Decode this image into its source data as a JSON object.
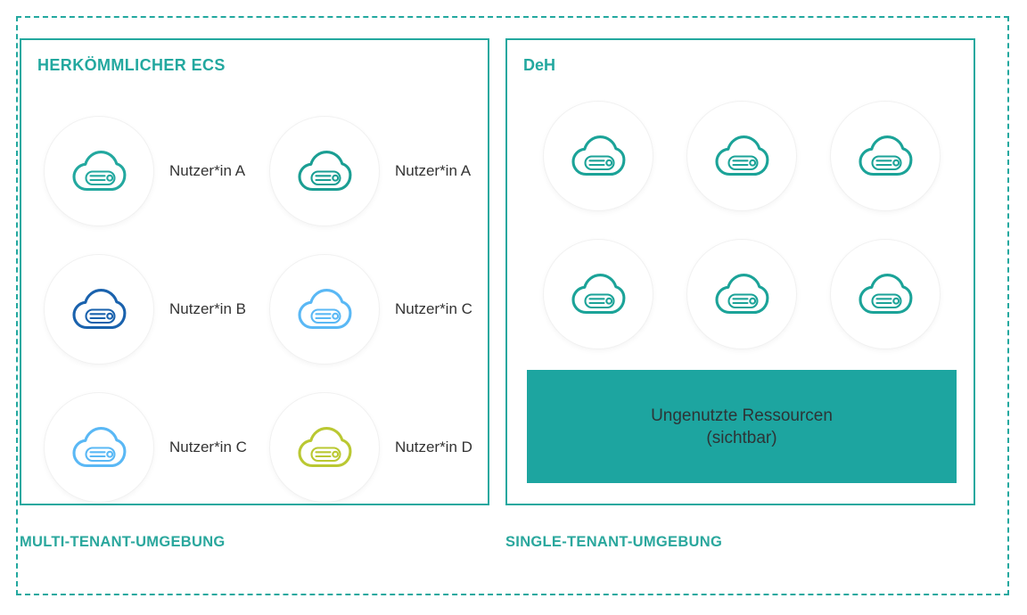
{
  "diagram": {
    "title_implicit": "ECS Multi-Tenant vs DeH Single-Tenant",
    "colors": {
      "teal": "#23a89f",
      "teal_fill": "#1da5a0",
      "dark_blue": "#1a62ad",
      "light_blue": "#5ab8f5",
      "olive": "#bac832",
      "label_text": "#333333"
    }
  },
  "left_column": {
    "panel_title": "HERKÖMMLICHER ECS",
    "caption": "MULTI-TENANT-UMGEBUNG",
    "users": [
      {
        "label": "Nutzer*in A",
        "icon": "cloud-server-icon",
        "color": "#23a89f"
      },
      {
        "label": "Nutzer*in A",
        "icon": "cloud-server-icon",
        "color": "#1a9e93"
      },
      {
        "label": "Nutzer*in B",
        "icon": "cloud-server-icon",
        "color": "#1a62ad"
      },
      {
        "label": "Nutzer*in C",
        "icon": "cloud-server-icon",
        "color": "#5ab8f5"
      },
      {
        "label": "Nutzer*in C",
        "icon": "cloud-server-icon",
        "color": "#5ab8f5"
      },
      {
        "label": "Nutzer*in D",
        "icon": "cloud-server-icon",
        "color": "#bac832"
      }
    ]
  },
  "right_column": {
    "panel_title": "DeH",
    "caption": "SINGLE-TENANT-UMGEBUNG",
    "nodes": [
      {
        "icon": "cloud-server-icon",
        "color": "#1ba398"
      },
      {
        "icon": "cloud-server-icon",
        "color": "#1ba398"
      },
      {
        "icon": "cloud-server-icon",
        "color": "#1ba398"
      },
      {
        "icon": "cloud-server-icon",
        "color": "#1ba398"
      },
      {
        "icon": "cloud-server-icon",
        "color": "#1ba398"
      },
      {
        "icon": "cloud-server-icon",
        "color": "#1ba398"
      }
    ],
    "unused_resources": {
      "line1": "Ungenutzte Ressourcen",
      "line2": "(sichtbar)",
      "text": "Ungenutzte Ressourcen\n(sichtbar)",
      "background": "#1da5a0"
    }
  }
}
